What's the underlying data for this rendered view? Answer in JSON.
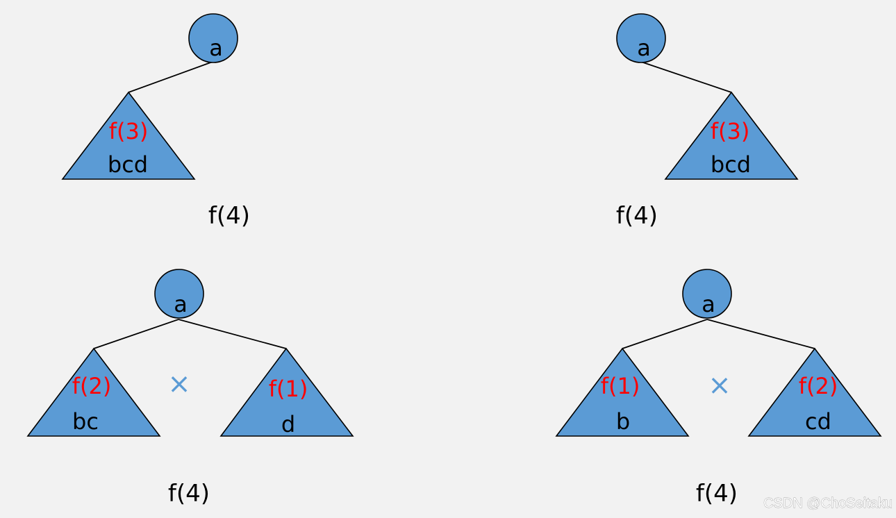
{
  "colors": {
    "background": "#f2f2f2",
    "node_fill": "#5b9bd5",
    "outline": "#000000",
    "annotation": "#ff0000",
    "operator": "#5b9bd5"
  },
  "panels": [
    {
      "root": "a",
      "subtrees": [
        {
          "f": "f(3)",
          "label": "bcd"
        }
      ],
      "caption": "f(4)"
    },
    {
      "root": "a",
      "subtrees": [
        {
          "f": "f(3)",
          "label": "bcd"
        }
      ],
      "caption": "f(4)"
    },
    {
      "root": "a",
      "subtrees": [
        {
          "f": "f(2)",
          "label": "bc"
        },
        {
          "f": "f(1)",
          "label": "d"
        }
      ],
      "operator": "×",
      "caption": "f(4)"
    },
    {
      "root": "a",
      "subtrees": [
        {
          "f": "f(1)",
          "label": "b"
        },
        {
          "f": "f(2)",
          "label": "cd"
        }
      ],
      "operator": "×",
      "caption": "f(4)"
    }
  ],
  "watermark": "CSDN @ChoSeitaku"
}
